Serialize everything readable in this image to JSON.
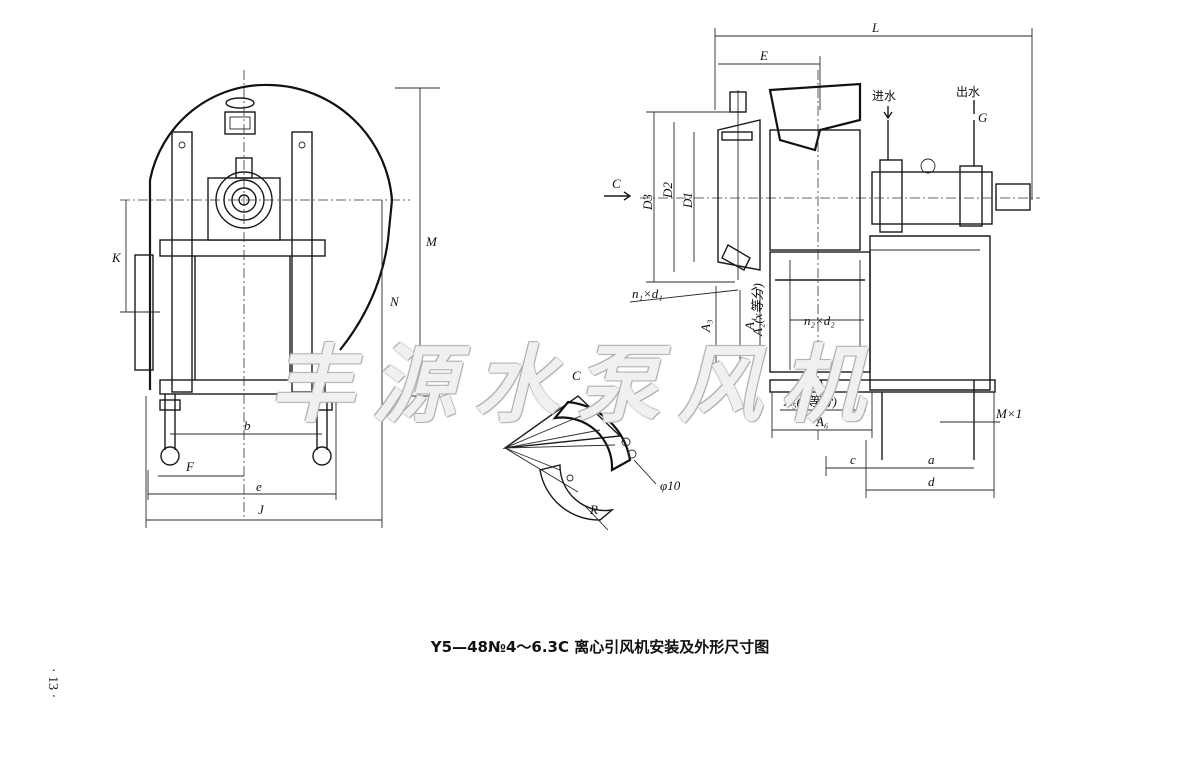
{
  "caption": "Y5—48№4～6.3C 离心引风机安装及外形尺寸图",
  "page_number": "· 13 ·",
  "watermark": "丰源水泵风机",
  "front_view_labels": {
    "K": "K",
    "M": "M",
    "N": "N",
    "b": "b",
    "F": "F",
    "e": "e",
    "J": "J"
  },
  "detail_labels": {
    "C": "C",
    "R": "R",
    "phi10": "φ10"
  },
  "side_view_labels": {
    "L": "L",
    "E": "E",
    "water_in": "进水",
    "water_out": "出水",
    "G": "G",
    "C_arrow": "C",
    "D3": "D3",
    "D2": "D2",
    "D1": "D1",
    "n1d1": "n₁×d₁",
    "A3": "A₃",
    "A2x": "A₂(x等分)",
    "A1": "A₁",
    "n2d2": "n₂×d₂",
    "A4": "A₄",
    "A5y": "A₅(y等分)",
    "A6": "A₆",
    "Mx1": "M×1",
    "c": "c",
    "a": "a",
    "d": "d"
  }
}
